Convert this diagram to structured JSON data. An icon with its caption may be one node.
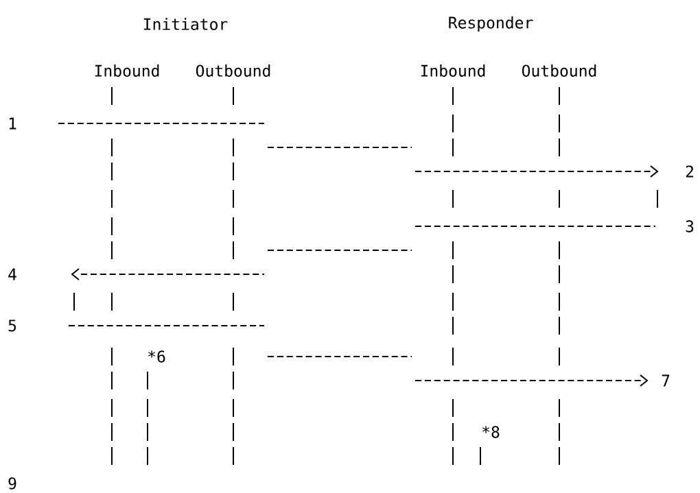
{
  "diagram": {
    "labels": [
      "Initiator",
      "Responder",
      "Inbound",
      "Outbound",
      "Inbound",
      "Outbound",
      "1",
      "2",
      "3",
      "4",
      "5",
      "*6",
      "7",
      "*8",
      "9"
    ]
  }
}
